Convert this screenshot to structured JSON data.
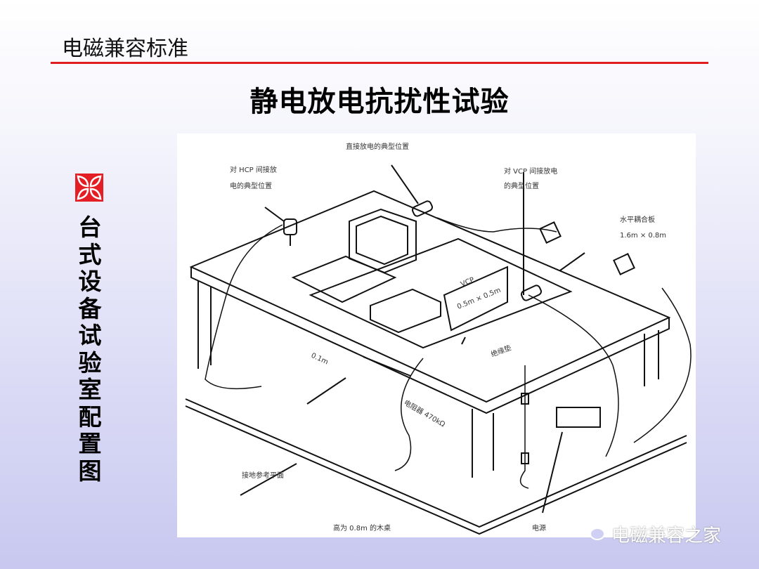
{
  "header": {
    "title": "电磁兼容标准"
  },
  "slide": {
    "title": "静电放电抗扰性试验",
    "side_title": [
      "台",
      "式",
      "设",
      "备",
      "试",
      "验",
      "室",
      "配",
      "置",
      "图"
    ]
  },
  "figure": {
    "labels": {
      "direct": "直接放电的典型位置",
      "hcp_1": "对 HCP 间接放",
      "hcp_2": "电的典型位置",
      "vcp_1": "对 VCP 间接放电",
      "vcp_2": "的典型位置",
      "hcp_plate_1": "水平耦合板",
      "hcp_plate_2": "1.6m × 0.8m",
      "vcp": "VCP",
      "vcp_size": "0.5m × 0.5m",
      "insulation": "绝缘垫",
      "distance": "0.1m",
      "resistor": "电阻器 470kΩ",
      "ground_plane": "接地参考平面",
      "table": "高为 0.8m 的木桌",
      "power": "电源"
    }
  },
  "watermark": {
    "text": "电磁兼容之家",
    "icon": "wechat-icon"
  },
  "colors": {
    "accent": "#e02020",
    "logo": "#e31e24"
  }
}
